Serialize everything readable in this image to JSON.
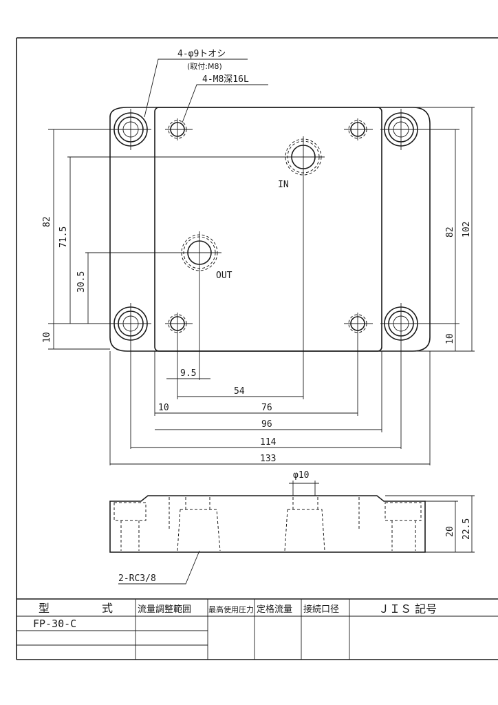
{
  "callouts": {
    "through_hole": "4-φ9トオシ",
    "mount": "(取付:M8)",
    "tapped": "4-M8深16L",
    "port_in": "IN",
    "port_out": "OUT",
    "rc_port": "2-RC3/8",
    "diameter": "φ10"
  },
  "dimensions": {
    "left_82": "82",
    "left_71_5": "71.5",
    "left_30_5": "30.5",
    "left_10": "10",
    "right_82": "82",
    "right_102": "102",
    "right_10": "10",
    "b_9_5": "9.5",
    "b_54": "54",
    "b_10": "10",
    "b_76": "76",
    "b_96": "96",
    "b_114": "114",
    "b_133": "133",
    "side_20": "20",
    "side_22_5": "22.5"
  },
  "table": {
    "headers": {
      "model_a": "型",
      "model_b": "式",
      "flow_range": "流量調整範囲",
      "max_pressure": "最高使用圧力",
      "rated_flow": "定格流量",
      "port_size": "接続口径",
      "jis": "ＪＩＳ 記号"
    },
    "model_value": "FP-30-C"
  }
}
